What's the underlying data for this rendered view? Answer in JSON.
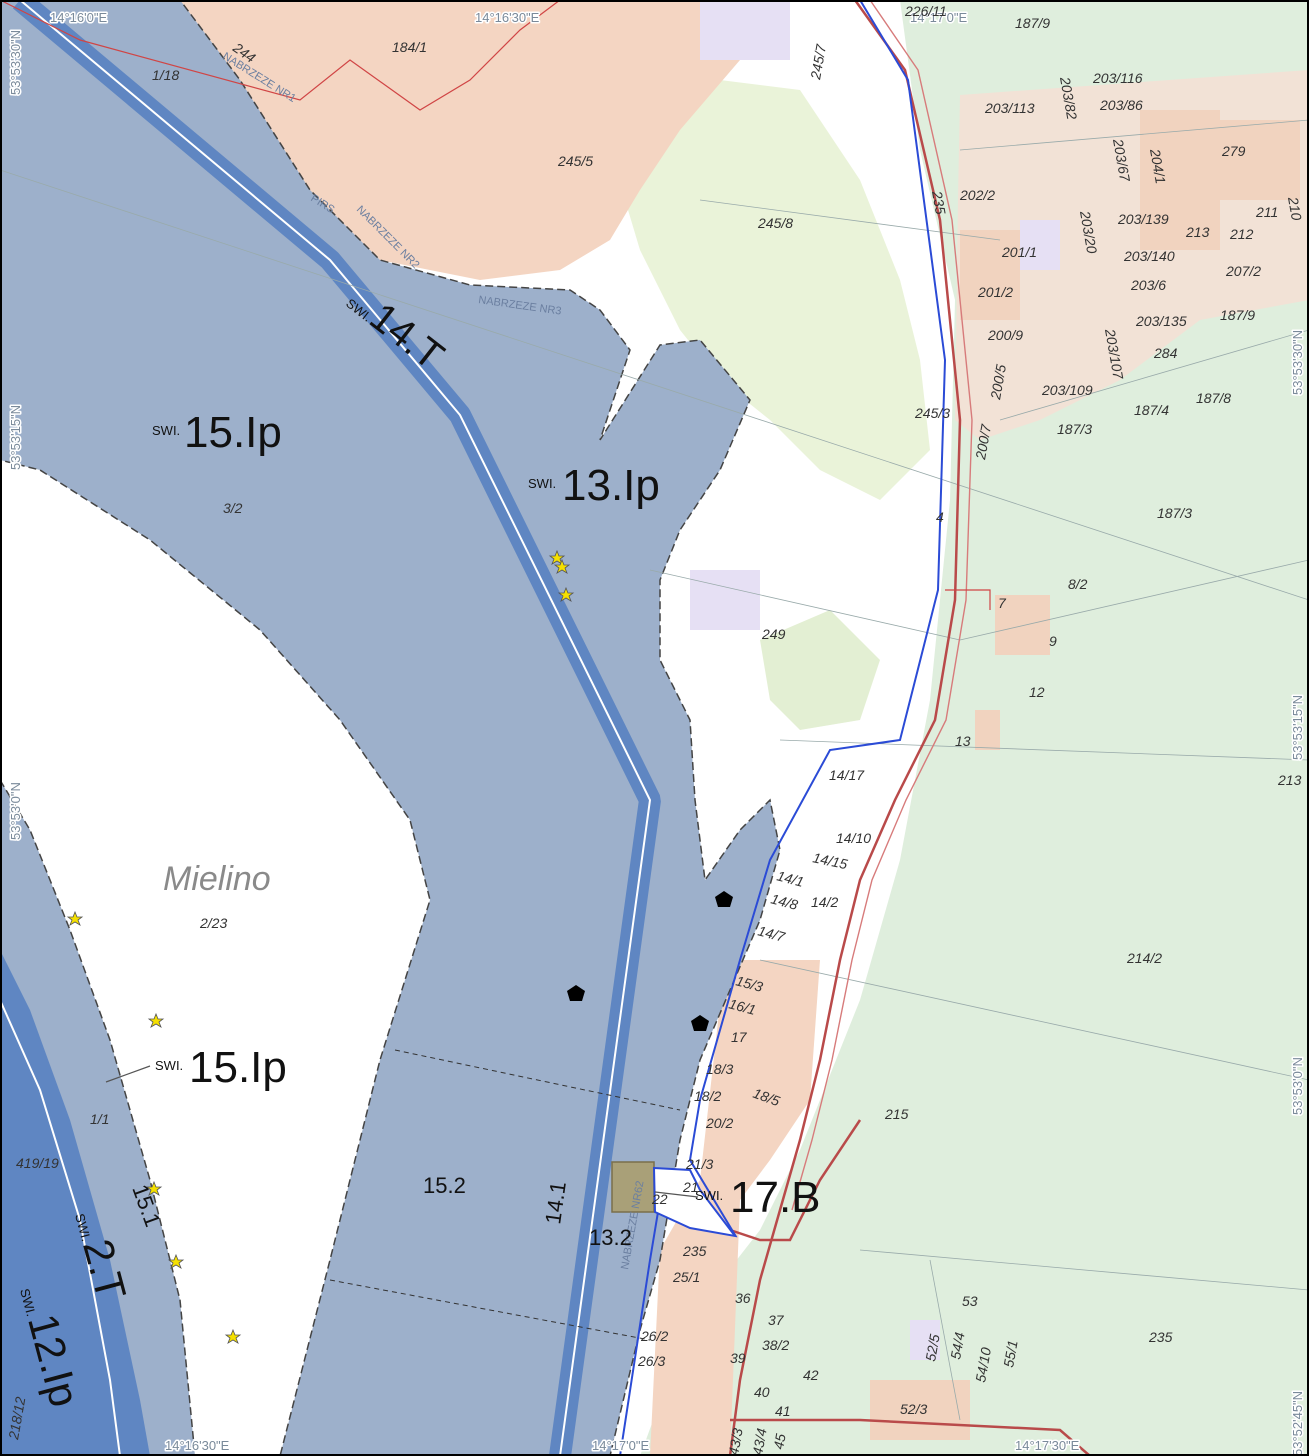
{
  "map": {
    "colors": {
      "water": "#9db0cb",
      "channel": "#5f86c2",
      "land": "#ffffff",
      "forest": "#dfeedd",
      "meadow": "#eaf3d9",
      "urban": "#f4d5c2",
      "boundary": "#2b4bd6",
      "road": "#b94a4a"
    },
    "coordinates": {
      "top_1": "14°16'0\"E",
      "top_2": "14°16'30\"E",
      "top_3": "14°17'0\"E",
      "bottom_1": "14°16'30\"E",
      "bottom_2": "14°17'0\"E",
      "bottom_3": "14°17'30\"E",
      "left_1": "53°53'30\"N",
      "left_2": "53°53'15\"N",
      "left_3": "53°53'0\"N",
      "right_1": "53°53'30\"N",
      "right_2": "53°53'15\"N",
      "right_3": "53°53'0\"N",
      "right_4": "53°52'45\"N"
    },
    "place_name": "Mielino",
    "swi_prefix": "SWI.",
    "zones": {
      "z14T": "14.T",
      "z15Ip_a": "15.Ip",
      "z13Ip": "13.Ip",
      "z15Ip_b": "15.Ip",
      "z17B": "17.B",
      "z2T": "2.T",
      "z12Ip": "12.Ip",
      "z15_2": "15.2",
      "z14_1": "14.1",
      "z13_2": "13.2",
      "z15_1": "15.1"
    },
    "quays": {
      "nr1": "NABRZEZE NR1",
      "nr2": "NABRZEZE NR2",
      "nr3": "NABRZEZE NR3",
      "nr62": "NABRZEZE NR62",
      "pirs": "PIRS"
    },
    "parcels": {
      "p1_18": "1/18",
      "p244": "244",
      "p184_1": "184/1",
      "p245_5": "245/5",
      "p245_7": "245/7",
      "p245_8": "245/8",
      "p226_11": "226/11",
      "p187_9a": "187/9",
      "p203_113": "203/113",
      "p203_82": "203/82",
      "p203_116": "203/116",
      "p203_86": "203/86",
      "p279": "279",
      "p203_67": "203/67",
      "p204_1": "204/1",
      "p202_2": "202/2",
      "p235a": "235",
      "p203_139": "203/139",
      "p213a": "213",
      "p212": "212",
      "p211": "211",
      "p210": "210",
      "p203_20": "203/20",
      "p201_1": "201/1",
      "p203_140": "203/140",
      "p207_2": "207/2",
      "p201_2": "201/2",
      "p203_6": "203/6",
      "p203_135": "203/135",
      "p187_9b": "187/9",
      "p200_9": "200/9",
      "p203_107": "203/107",
      "p284": "284",
      "p200_5": "200/5",
      "p203_109": "203/109",
      "p187_8": "187/8",
      "p187_4": "187/4",
      "p245_3": "245/3",
      "p187_3a": "187/3",
      "p200_7": "200/7",
      "p3_2": "3/2",
      "p4": "4",
      "p187_3b": "187/3",
      "p8_2": "8/2",
      "p7": "7",
      "p9": "9",
      "p249": "249",
      "p12": "12",
      "p13": "13",
      "p14_17": "14/17",
      "p213b": "213",
      "p14_10": "14/10",
      "p14_15": "14/15",
      "p14_1": "14/1",
      "p14_8": "14/8",
      "p14_2": "14/2",
      "p2_23": "2/23",
      "p14_7": "14/7",
      "p214_2": "214/2",
      "p15_3": "15/3",
      "p16_1": "16/1",
      "p17": "17",
      "p18_3": "18/3",
      "p18_2": "18/2",
      "p18_5": "18/5",
      "p215": "215",
      "p20_2": "20/2",
      "p1_1": "1/1",
      "p419_19": "419/19",
      "p21_3": "21/3",
      "p21": "21",
      "p22": "22",
      "p235b": "235",
      "p25_1": "25/1",
      "p36": "36",
      "p37": "37",
      "p38_2": "38/2",
      "p53": "53",
      "p235c": "235",
      "p26_2": "26/2",
      "p26_3": "26/3",
      "p39": "39",
      "p42": "42",
      "p52_5": "52/5",
      "p54_4": "54/4",
      "p54_10": "54/10",
      "p55_1": "55/1",
      "p40": "40",
      "p41": "41",
      "p52_3": "52/3",
      "p218_12": "218/12",
      "p43_3": "43/3",
      "p43_4": "43/4",
      "p45": "45"
    }
  }
}
